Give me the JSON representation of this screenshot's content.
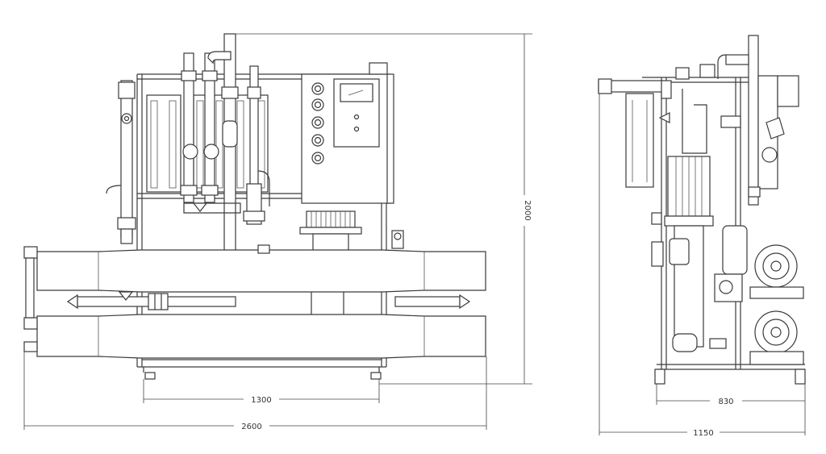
{
  "dimensions": {
    "front_height": "2000",
    "front_frame_width": "1300",
    "front_total_width": "2600",
    "side_frame_width": "830",
    "side_total_width": "1150"
  }
}
